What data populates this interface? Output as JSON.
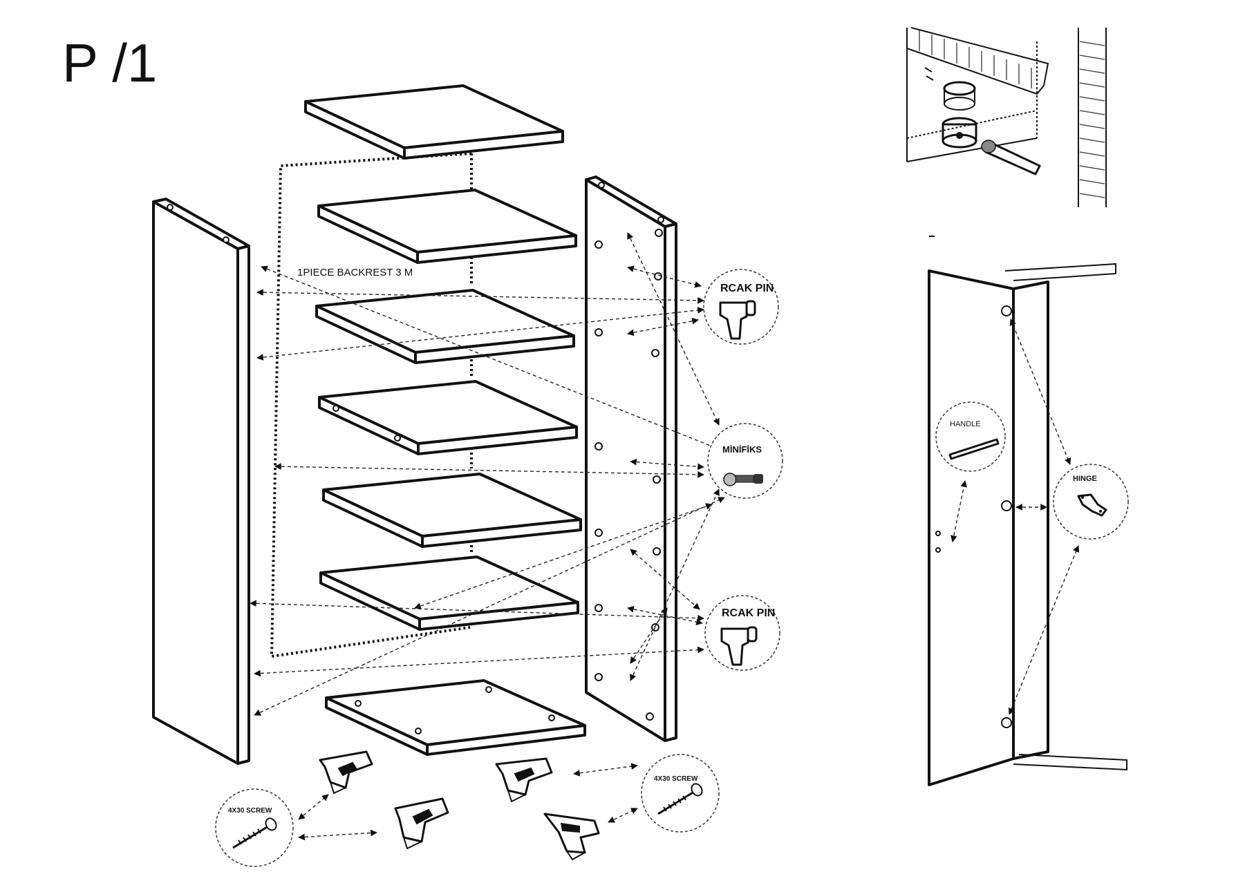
{
  "page_label": "P /1",
  "backrest_note": "1PIECE BACKREST 3 M",
  "callouts": {
    "rcak_pin_top": "RCAK PIN",
    "minifiks": "MİNİFİKS",
    "rcak_pin_bottom": "RCAK PIN",
    "screw_left": "4X30 SCREW",
    "screw_right": "4X30 SCREW",
    "handle": "HANDLE",
    "hinge": "HINGE"
  },
  "icons": [
    "rcak-pin-icon",
    "minifiks-icon",
    "screw-icon",
    "handle-icon",
    "hinge-icon",
    "cam-lock-detail-icon",
    "foot-bracket-icon"
  ],
  "colors": {
    "line": "#111111",
    "background": "#ffffff"
  }
}
